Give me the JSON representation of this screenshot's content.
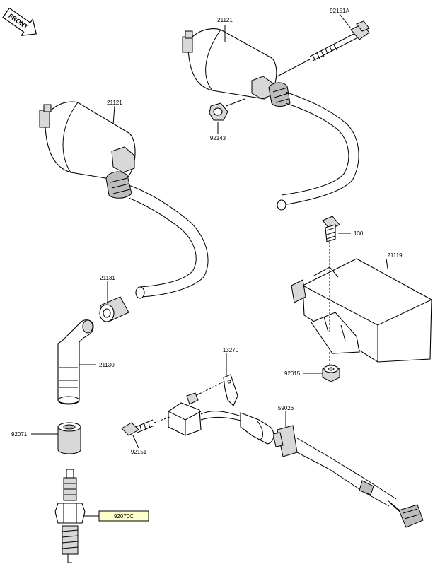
{
  "diagram": {
    "front_label": "FRONT",
    "parts": [
      {
        "id": "ignition-coil-rear",
        "label": "21121"
      },
      {
        "id": "bolt-coil",
        "label": "92151A"
      },
      {
        "id": "ignition-coil-front",
        "label": "21121"
      },
      {
        "id": "collar-coil",
        "label": "92143"
      },
      {
        "id": "bolt-igniter",
        "label": "130"
      },
      {
        "id": "igniter",
        "label": "21119"
      },
      {
        "id": "cap-seal",
        "label": "21131"
      },
      {
        "id": "plug-cap",
        "label": "21130"
      },
      {
        "id": "bracket",
        "label": "13270"
      },
      {
        "id": "nut",
        "label": "92015"
      },
      {
        "id": "regulator",
        "label": "59026"
      },
      {
        "id": "plug-boot",
        "label": "92071"
      },
      {
        "id": "bolt-regulator",
        "label": "92151"
      },
      {
        "id": "spark-plug",
        "label": "92070C"
      }
    ]
  },
  "colors": {
    "line": "#000000",
    "highlight": "#ffffcc",
    "shade": "#d8d8d8"
  }
}
